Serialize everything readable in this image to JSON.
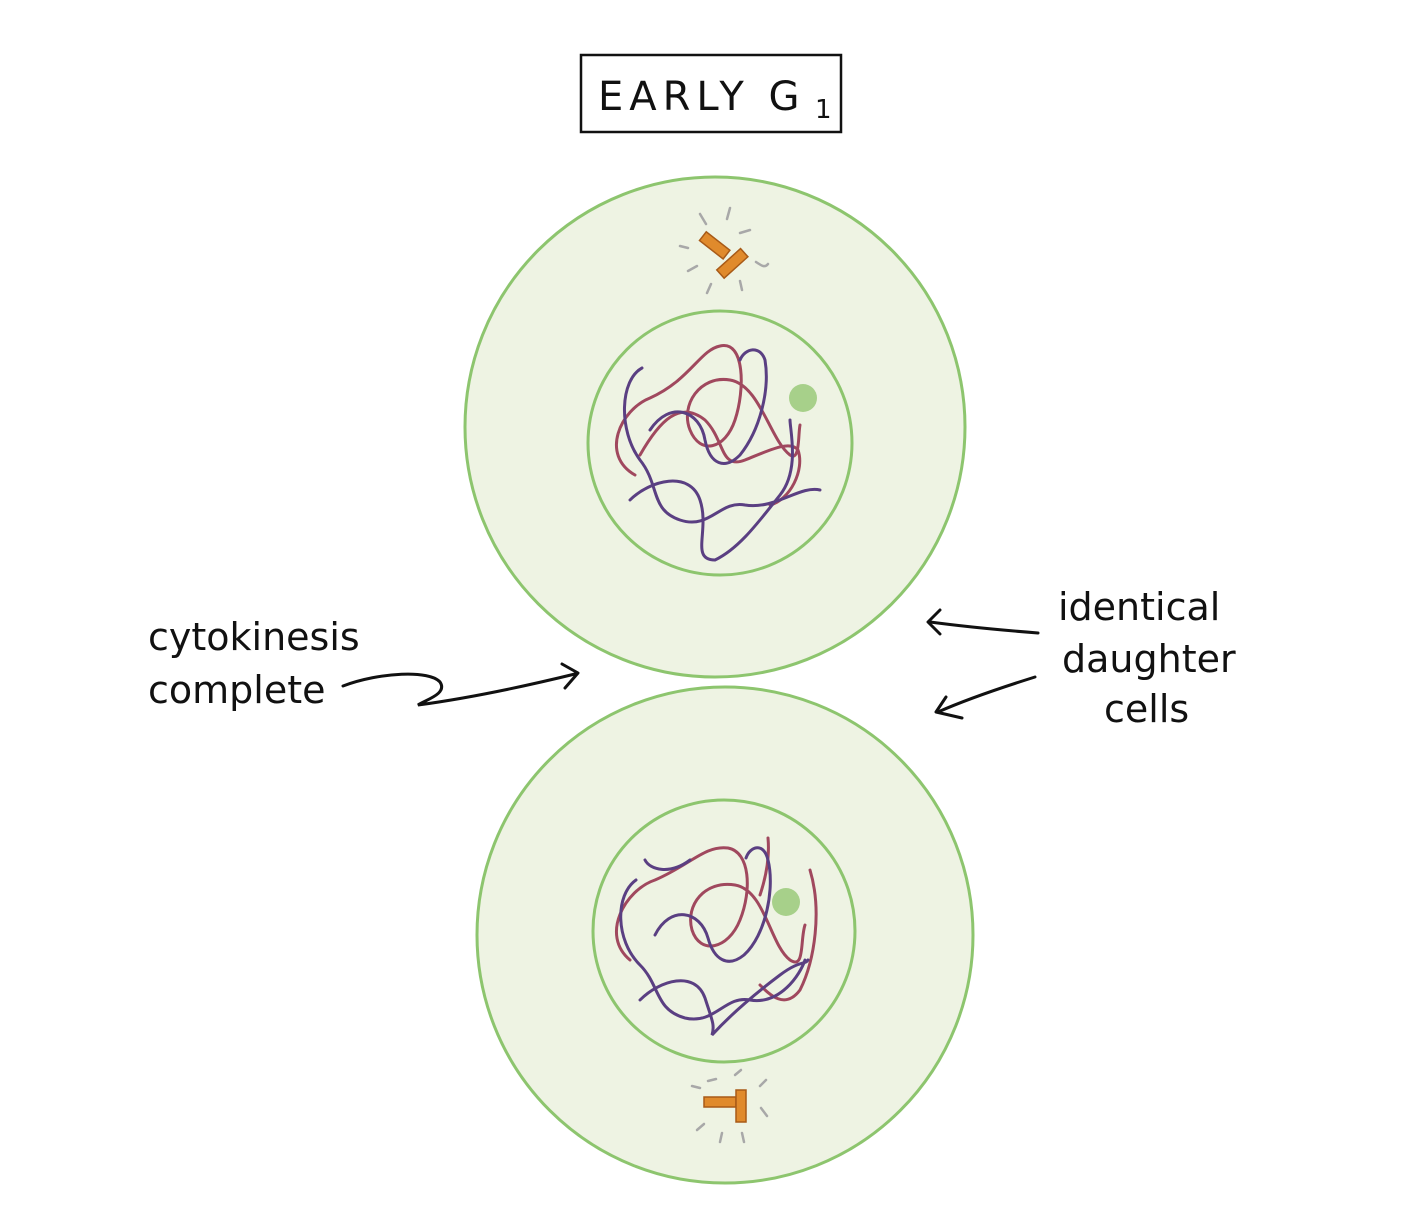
{
  "title": {
    "text": "EARLY G",
    "subscript": "1"
  },
  "labels": {
    "cytokinesis_line1": "cytokinesis",
    "cytokinesis_line2": "complete",
    "daughter_line1": "identical",
    "daughter_line2": "daughter",
    "daughter_line3": "cells"
  },
  "colors": {
    "cell_fill": "#eef3e3",
    "cell_border": "#8dc56e",
    "nucleolus": "#a7d08a",
    "chromatin_red": "#a0485e",
    "chromatin_purple": "#5a3f82",
    "centriole": "#e08a2c",
    "centriole_outline": "#a85a17",
    "pcm_dash": "#a8a8a8",
    "ink": "#111111"
  }
}
